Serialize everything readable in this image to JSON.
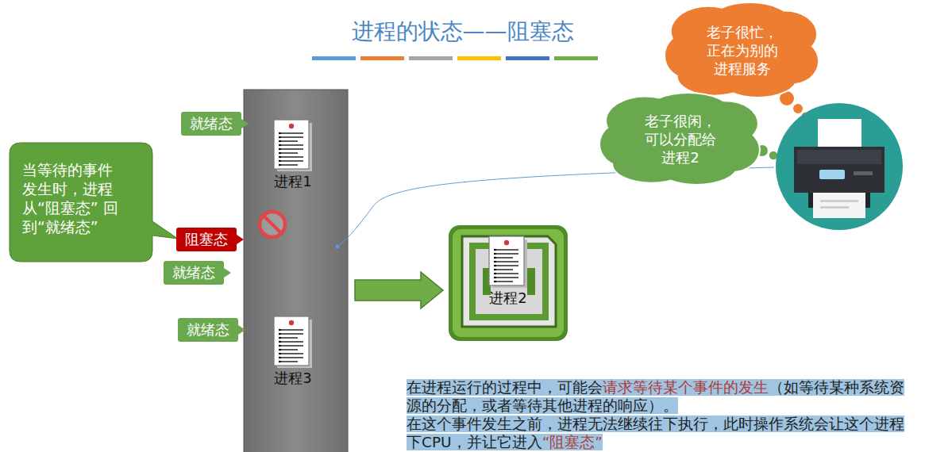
{
  "diagram": {
    "title": "进程的状态——阻塞态",
    "nodes": [
      {
        "text": [
          "老子很忙， 正在为别的 进程服务"
        ]
      },
      {
        "text": [
          "老子很闲， 可以分配给 进程2"
        ]
      },
      {
        "text": [
          "就绪态"
        ]
      },
      {
        "text": [
          "进程1"
        ]
      },
      {
        "text": [
          "当等待的事件 发生时，进程 从“阻塞态” 回到“就绪态”"
        ]
      },
      {
        "text": [
          "阻塞态"
        ]
      },
      {
        "text": [
          "就绪态"
        ]
      },
      {
        "text": [
          "进程2"
        ]
      },
      {
        "text": [
          "就绪态"
        ]
      },
      {
        "text": [
          "进程3"
        ]
      }
    ],
    "labels": [
      "在进程运行的过程中，可能会",
      "请求等待某个事件的发生",
      "（如等待某种系统资源的分配，或者等待其他进程的响应）。",
      "在这个事件发生之前，进程无法继续往下执行，此时操作系统会让这个进程下CPU，并让它进入",
      "“阻塞态”"
    ]
  }
}
